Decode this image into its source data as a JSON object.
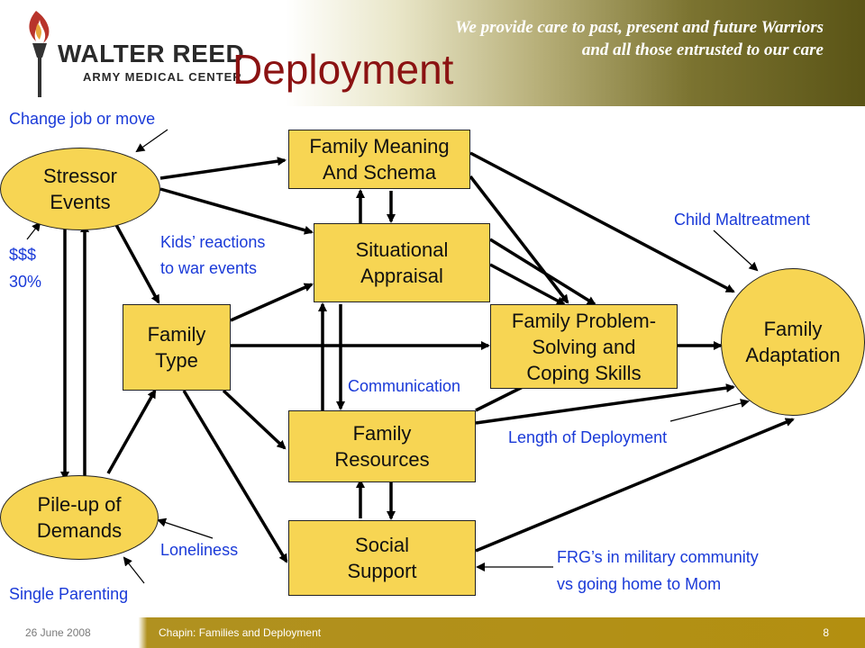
{
  "header": {
    "logo_name": "WALTER REED",
    "logo_sub": "ARMY MEDICAL CENTER",
    "tagline_line1": "We provide care to past, present and future Warriors",
    "tagline_line2": "and all those entrusted to our care",
    "title": "Deployment"
  },
  "nodes": {
    "stressor": "Stressor Events",
    "pileup": "Pile-up of Demands",
    "family_meaning": "Family Meaning And Schema",
    "situational": "Situational Appraisal",
    "family_type": "Family Type",
    "problem_solving": "Family Problem-Solving and Coping Skills",
    "resources": "Family Resources",
    "social": "Social Support",
    "adaptation": "Family Adaptation"
  },
  "node_lines": {
    "stressor": [
      "Stressor",
      "Events"
    ],
    "pileup": [
      "Pile-up of",
      "Demands"
    ],
    "family_meaning": [
      "Family Meaning",
      "And Schema"
    ],
    "situational": [
      "Situational",
      "Appraisal"
    ],
    "family_type": [
      "Family",
      "Type"
    ],
    "problem_solving": [
      "Family Problem-",
      "Solving and",
      "Coping Skills"
    ],
    "resources": [
      "Family",
      "Resources"
    ],
    "social": [
      "Social",
      "Support"
    ],
    "adaptation": [
      "Family",
      "Adaptation"
    ]
  },
  "annotations": {
    "change_job": "Change job or move",
    "money": "$$$",
    "percent": "30%",
    "kids_line1": "Kids’ reactions",
    "kids_line2": "to war events",
    "child_maltreatment": "Child Maltreatment",
    "communication": "Communication",
    "length_deployment": "Length of Deployment",
    "loneliness": "Loneliness",
    "single_parenting": "Single Parenting",
    "frg_line1": "FRG’s in military community",
    "frg_line2": "vs going home to Mom"
  },
  "footer": {
    "date": "26 June 2008",
    "title": "Chapin: Families and Deployment",
    "page": "8"
  },
  "colors": {
    "box_fill": "#f7d553",
    "title": "#8b1212",
    "annotation": "#1a3ad8",
    "footer_bar": "#b38f10"
  }
}
